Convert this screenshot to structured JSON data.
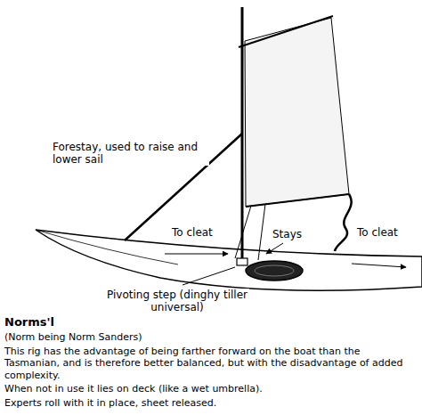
{
  "diagram": {
    "title": "Norms'l",
    "labels": [
      "Forestay, used to raise and lower sail",
      "To cleat",
      "Stays",
      "To cleat",
      "Pivoting step (dinghy tiller universal)",
      "(Norm being Norm Sanders)",
      "This rig has the advantage of being farther forward on the boat than the Tasmanian, and is therefore better balanced, but with the disadvantage of added complexity.",
      "When not in use it lies on deck (like a wet umbrella).",
      "Experts roll with it in place, sheet released."
    ]
  }
}
